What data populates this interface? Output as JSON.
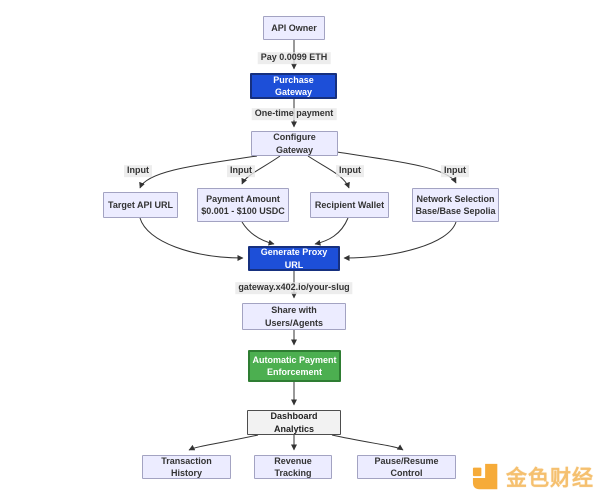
{
  "diagram": {
    "nodes": {
      "api_owner": "API Owner",
      "purchase_gateway": "Purchase Gateway",
      "configure_gateway": "Configure Gateway",
      "target_api_url": "Target API URL",
      "payment_amount": "Payment Amount\n$0.001 - $100 USDC",
      "recipient_wallet": "Recipient Wallet",
      "network_selection": "Network Selection\nBase/Base Sepolia",
      "generate_proxy_url": "Generate Proxy URL",
      "share_with_users": "Share with Users/Agents",
      "automatic_payment": "Automatic Payment\nEnforcement",
      "dashboard_analytics": "Dashboard Analytics",
      "transaction_history": "Transaction History",
      "revenue_tracking": "Revenue Tracking",
      "pause_resume_control": "Pause/Resume Control"
    },
    "edge_labels": {
      "pay_eth": "Pay 0.0099 ETH",
      "one_time_payment": "One-time payment",
      "input1": "Input",
      "input2": "Input",
      "input3": "Input",
      "input4": "Input",
      "proxy_url": "gateway.x402.io/your-slug"
    },
    "colors": {
      "node_fill": "#ececff",
      "node_border": "#a3a3c2",
      "accent_blue": "#1d4fd8",
      "accent_blue_border": "#16307f",
      "accent_green": "#4caf50",
      "accent_green_border": "#2e7d32",
      "analytics_fill": "#f2f2f2",
      "analytics_border": "#4d4d4d",
      "edge_color": "#333333"
    }
  },
  "watermark": {
    "text": "金色财经",
    "logo_color": "#f5a01e"
  }
}
